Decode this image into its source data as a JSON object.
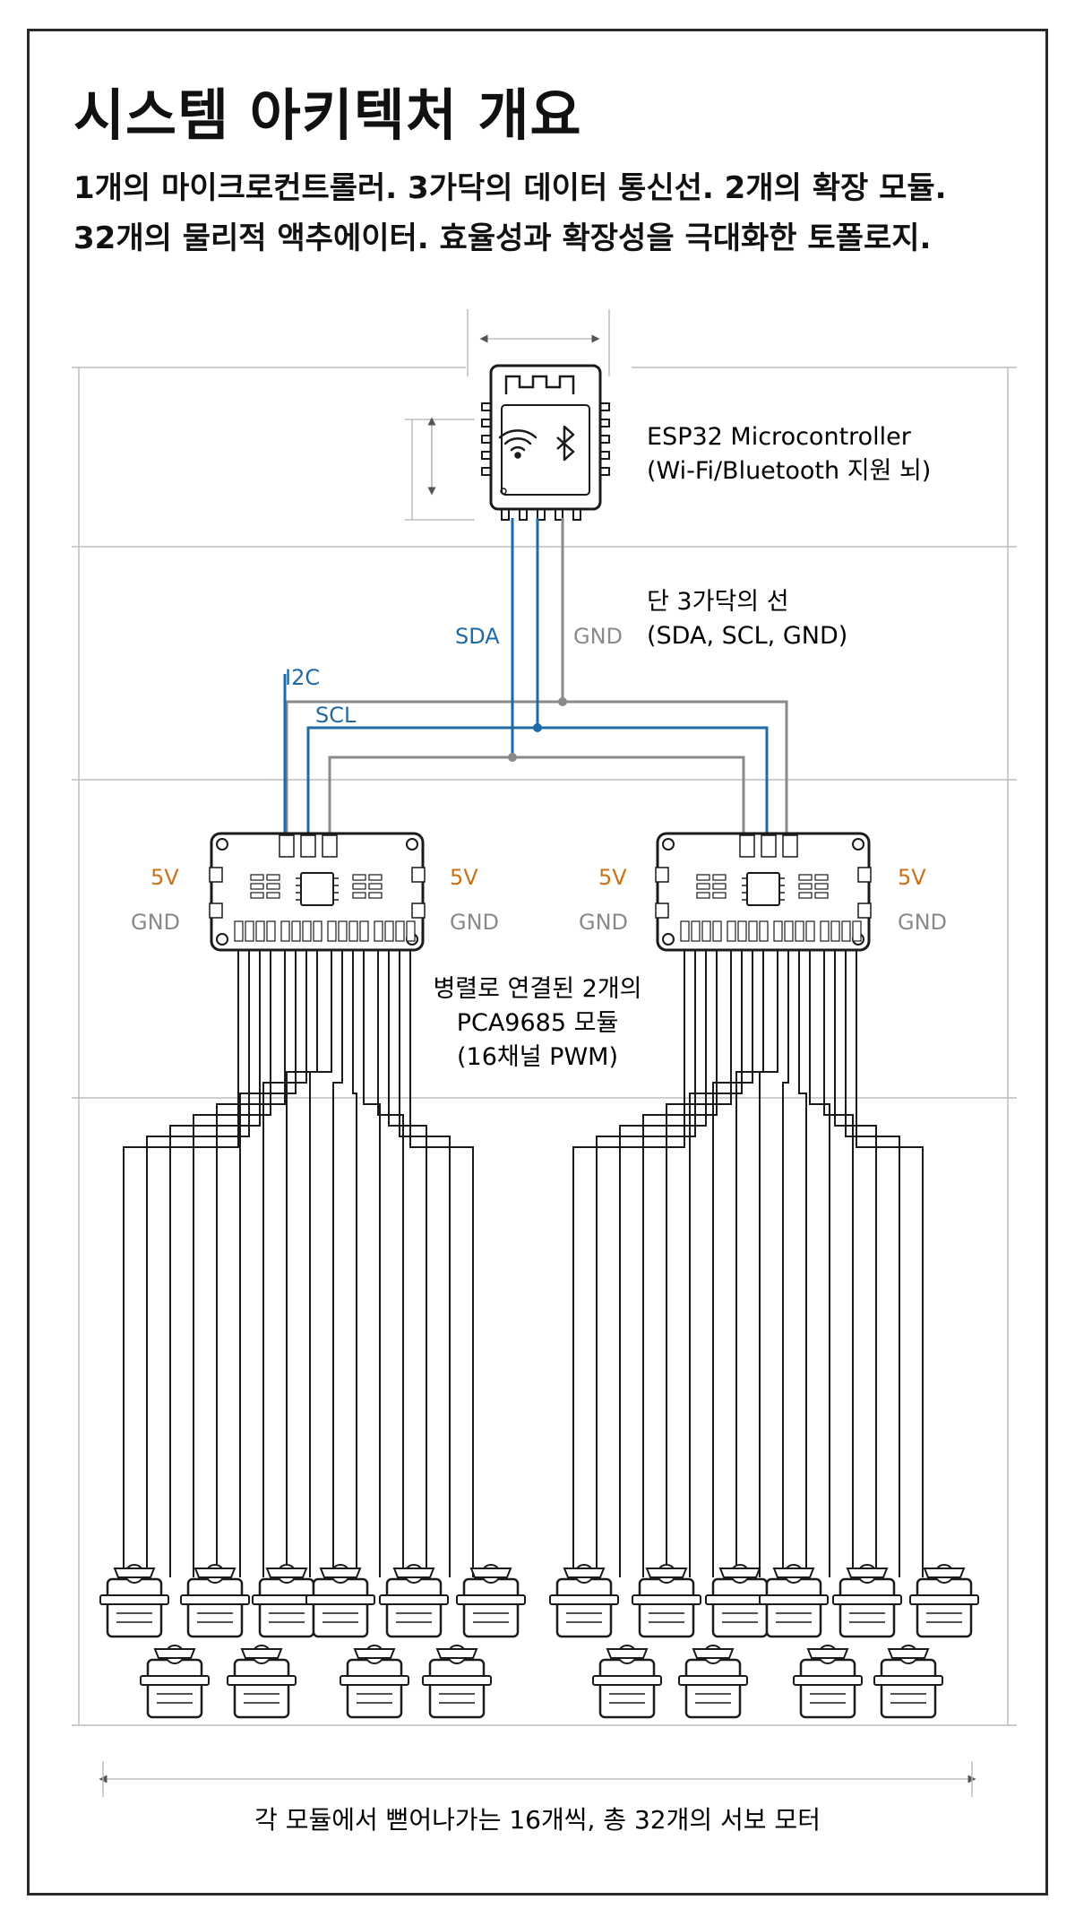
{
  "title": "시스템 아키텍처 개요",
  "subtitle_line1": "1개의 마이크로컨트롤러. 3가닥의 데이터 통신선. 2개의 확장 모듈.",
  "subtitle_line2": "32개의 물리적 액추에이터. 효율성과 확장성을 극대화한 토폴로지.",
  "mcu": {
    "name": "ESP32 Microcontroller",
    "desc": "(Wi-Fi/Bluetooth 지원 뇌)",
    "icons": [
      "wifi-icon",
      "bluetooth-icon"
    ]
  },
  "wires": {
    "note_line1": "단 3가닥의 선",
    "note_line2": "(SDA, SCL, GND)",
    "sda": "SDA",
    "scl": "SCL",
    "gnd": "GND",
    "bus": "I2C"
  },
  "modules": {
    "power_label": "5V",
    "ground_label": "GND",
    "note_line1": "병렬로 연결된 2개의",
    "note_line2": "PCA9685 모듈",
    "note_line3": "(16채널 PWM)"
  },
  "servos": {
    "caption": "각 모듈에서 뻗어나가는 16개씩, 총 32개의 서보 모터"
  },
  "colors": {
    "sda_scl": "#1f6aa5",
    "gnd": "#8a8a8a",
    "power": "#c8731a",
    "ink": "#1a1a1a"
  }
}
